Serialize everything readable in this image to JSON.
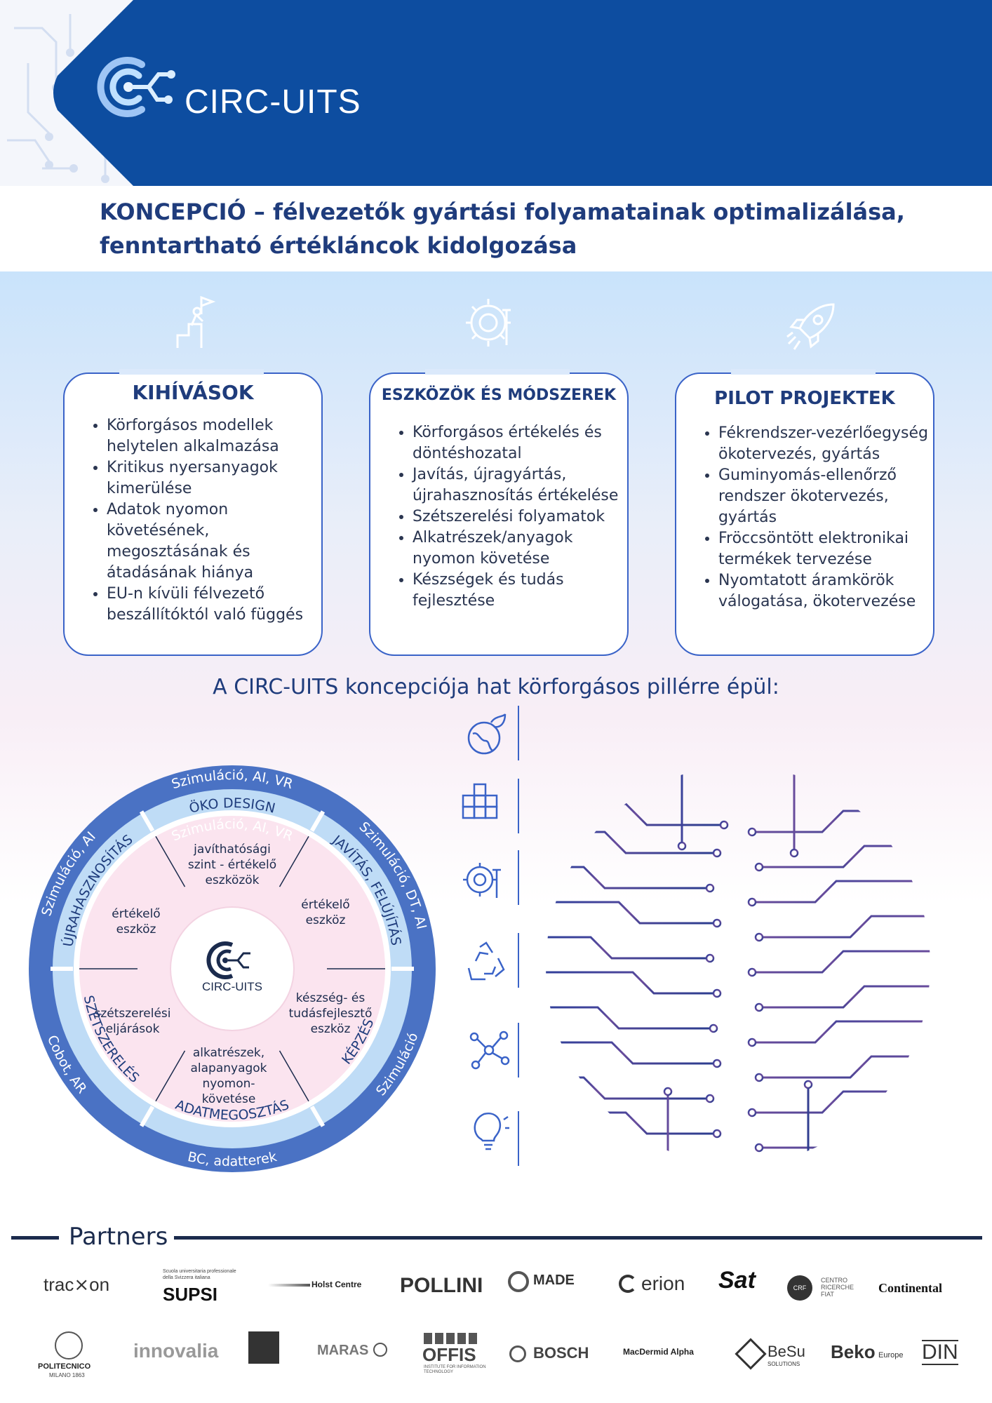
{
  "header": {
    "logo_text": "CIRC-UITS",
    "brand_color": "#0d4da0"
  },
  "title": {
    "line1": "KONCEPCIÓ – félvezetők gyártási folyamatainak optimalizálása,",
    "line2": "fenntartható értékláncok kidolgozása"
  },
  "cards": [
    {
      "icon": "mountain-flag-icon",
      "title": "KIHÍVÁSOK",
      "items": [
        "Körforgásos modellek helytelen alkalmazása",
        "Kritikus nyersanyagok kimerülése",
        "Adatok nyomon követésének, megosztásának és átadásának hiánya",
        "EU-n kívüli félvezető beszállítóktól való függés"
      ]
    },
    {
      "icon": "gear-tools-icon",
      "title": "ESZKÖZÖK ÉS MÓDSZEREK",
      "items": [
        "Körforgásos értékelés és döntéshozatal",
        "Javítás, újragyártás, újrahasznosítás értékelése",
        "Szétszerelési folyamatok",
        "Alkatrészek/anyagok nyomon követése",
        "Készségek és tudás fejlesztése"
      ]
    },
    {
      "icon": "rocket-icon",
      "title": "PILOT PROJEKTEK",
      "items": [
        "Fékrendszer-vezérlőegység ökotervezés, gyártás",
        "Guminyomás-ellenőrző rendszer ökotervezés, gyártás",
        "Fröccsöntött elektronikai termékek tervezése",
        "Nyomtatott áramkörök válogatása, ökotervezése"
      ]
    }
  ],
  "pillars_heading": "A CIRC-UITS koncepciója hat körforgásos pillérre épül:",
  "wheel": {
    "center_label": "CIRC-UITS",
    "inner_segments": [
      "javíthatósági",
      "szint - értékelő",
      "eszközök",
      "értékelő",
      "eszköz",
      "készség- és",
      "tudásfejlesztő",
      "eszköz",
      "alkatrészek,",
      "alapanyagok",
      "nyomon-",
      "követése",
      "szétszerelési",
      "eljárások",
      "értékelő",
      "eszköz"
    ],
    "ring_labels": [
      "ÖKO DESIGN",
      "JAVÍTÁS, FELÚJÍTÁS",
      "KÉPZÉS",
      "ADATMEGOSZTÁS",
      "SZÉTSZERELÉS",
      "ÚJRAHASZNOSÍTÁS"
    ],
    "outer_labels": [
      "Szimuláció, AI, VR",
      "Szimuláció, DT, AI",
      "Szimuláció",
      "BC, adatterek",
      "Cobot, AR",
      "Szimuláció, AI"
    ]
  },
  "pillar_icons": [
    "globe-leaf-icon",
    "cubes-icon",
    "gear-wrench-icon",
    "recycle-icon",
    "network-nodes-icon",
    "brain-bulb-icon"
  ],
  "partners_label": "Partners",
  "partners": [
    "trac⨯on",
    "SUPSI",
    "Holst Centre",
    "POLLINI",
    "MADE",
    "erion",
    "Sat",
    "CRF",
    "Continental",
    "POLITECNICO",
    "innovalia",
    "MARAS",
    "OFFIS",
    "BOSCH",
    "MacDermid Alpha",
    "BeSu",
    "Beko",
    "DIN"
  ],
  "partner_subtexts": [
    "Scuola universitaria professionale",
    "della Svizzera italiana",
    "MILANO 1863",
    "CENTRO RICERCHE FIAT",
    "Europe",
    "SOLUTIONS",
    "INSTITUTE FOR INFORMATION TECHNOLOGY"
  ]
}
